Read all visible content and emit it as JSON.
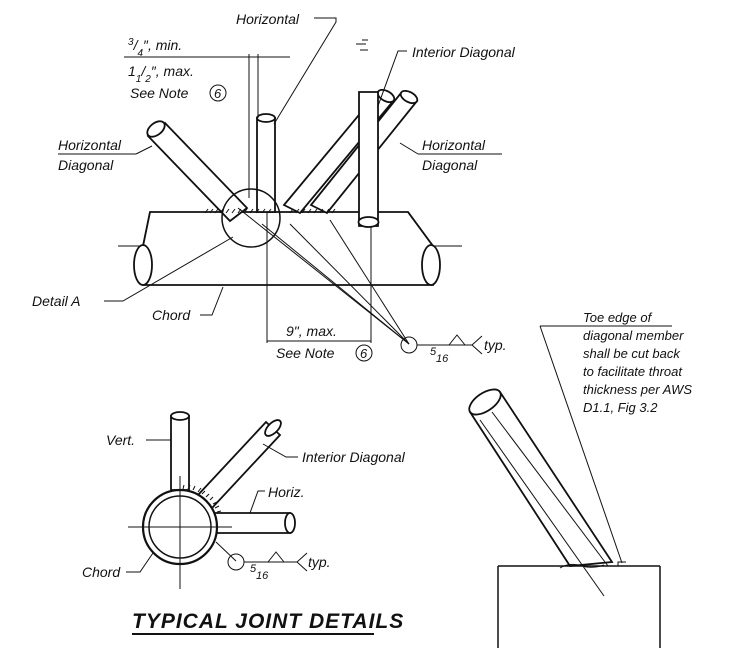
{
  "top_view": {
    "horizontal": "Horizontal",
    "interior_diagonal": "Interior Diagonal",
    "gap_min": "3/4\", min.",
    "gap_max": "1 1/2\", max.",
    "see_note_top": "See Note",
    "note_number": "6",
    "horiz_diag_left_1": "Horizontal",
    "horiz_diag_left_2": "Diagonal",
    "horiz_diag_right_1": "Horizontal",
    "horiz_diag_right_2": "Diagonal",
    "detail_a": "Detail A",
    "chord": "Chord",
    "max_dim": "9\", max.",
    "see_note_bottom": "See Note",
    "weld_num": "5",
    "weld_den": "16",
    "typ": "typ."
  },
  "section_view": {
    "vert": "Vert.",
    "interior_diagonal": "Interior Diagonal",
    "horiz": "Horiz.",
    "chord": "Chord",
    "weld_num": "5",
    "weld_den": "16",
    "typ": "typ."
  },
  "detail_a_view": {
    "note_line_1": "Toe edge of",
    "note_line_2": "diagonal member",
    "note_line_3": "shall be cut back",
    "note_line_4": "to facilitate throat",
    "note_line_5": "thickness per AWS",
    "note_line_6": "D1.1, Fig 3.2"
  },
  "title": "TYPICAL JOINT DETAILS"
}
